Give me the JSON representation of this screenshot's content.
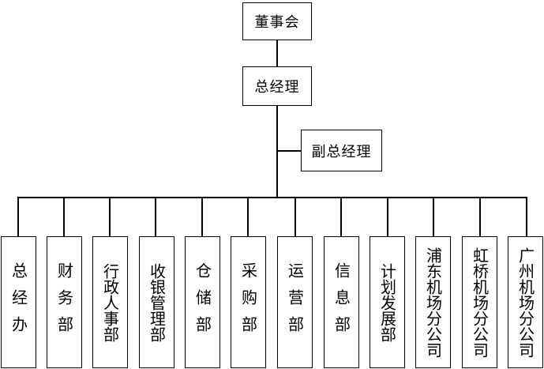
{
  "chart": {
    "top": {
      "label": "董事会"
    },
    "general_manager": {
      "label": "总经理"
    },
    "deputy_manager": {
      "label": "副总经理"
    },
    "departments": [
      {
        "label": "总经办"
      },
      {
        "label": "财务部"
      },
      {
        "label": "行政人事部"
      },
      {
        "label": "收银管理部"
      },
      {
        "label": "仓储部"
      },
      {
        "label": "采购部"
      },
      {
        "label": "运营部"
      },
      {
        "label": "信息部"
      },
      {
        "label": "计划发展部"
      },
      {
        "label": "浦东机场分公司"
      },
      {
        "label": "虹桥机场分公司"
      },
      {
        "label": "广州机场分公司"
      }
    ]
  }
}
